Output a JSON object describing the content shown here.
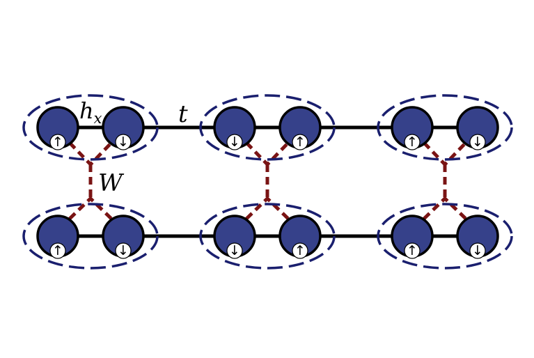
{
  "labels": {
    "hx_base": "h",
    "hx_sub": "x",
    "t": "t",
    "W": "W"
  },
  "colors": {
    "site_fill": "#36418a",
    "group_outline": "#1a1f6e",
    "coupling": "#7a1414",
    "chain_line": "#000000"
  },
  "spins": [
    [
      "↑",
      "↓",
      "↓",
      "↑",
      "↑",
      "↓"
    ],
    [
      "↑",
      "↓",
      "↓",
      "↑",
      "↑",
      "↓"
    ]
  ]
}
